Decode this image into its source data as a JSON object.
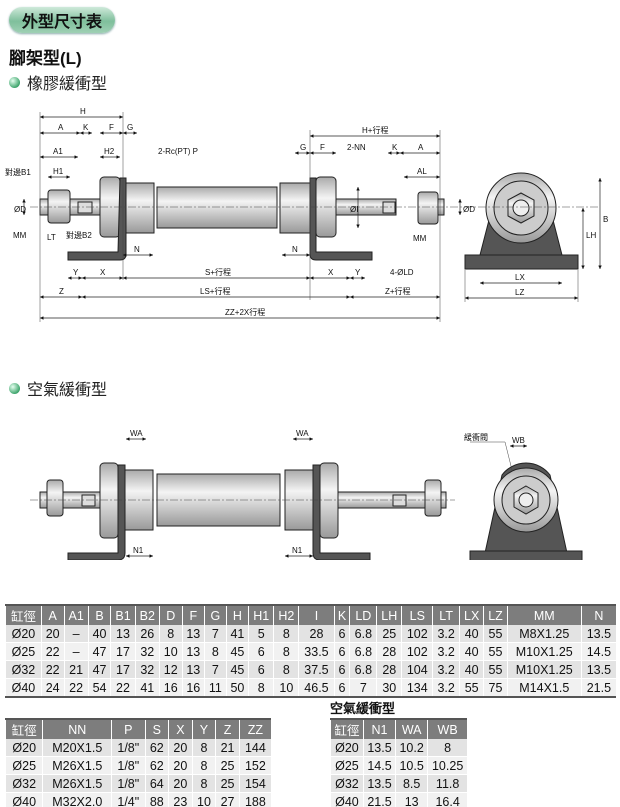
{
  "header": {
    "badge": "外型尺寸表",
    "title": "腳架型(L)"
  },
  "sections": [
    {
      "label": "橡膠緩衝型"
    },
    {
      "label": "空氣緩衝型"
    }
  ],
  "diagram1": {
    "H": "H",
    "A": "A",
    "K": "K",
    "F": "F",
    "G": "G",
    "A1": "A1",
    "H2": "H2",
    "port": "2-Rc(PT) P",
    "B1": "對邊B1",
    "H1": "H1",
    "D": "ØD",
    "MM": "MM",
    "LT": "LT",
    "B2": "對邊B2",
    "N": "N",
    "Y": "Y",
    "X": "X",
    "S": "S+行程",
    "Z": "Z",
    "LS": "LS+行程",
    "ZZ": "ZZ+2X行程",
    "Hs": "H+行程",
    "NN": "2-NN",
    "AL": "AL",
    "I": "ØI",
    "LD": "4-ØLD",
    "Zs": "Z+行程",
    "LX": "LX",
    "LZ": "LZ",
    "LH": "LH",
    "B": "B"
  },
  "diagram2": {
    "WA": "WA",
    "N1": "N1",
    "valve": "緩衝閥",
    "WB": "WB"
  },
  "table1": {
    "headers": [
      "缸徑",
      "A",
      "A1",
      "B",
      "B1",
      "B2",
      "D",
      "F",
      "G",
      "H",
      "H1",
      "H2",
      "I",
      "K",
      "LD",
      "LH",
      "LS",
      "LT",
      "LX",
      "LZ",
      "MM",
      "N"
    ],
    "rows": [
      [
        "Ø20",
        "20",
        "–",
        "40",
        "13",
        "26",
        "8",
        "13",
        "7",
        "41",
        "5",
        "8",
        "28",
        "6",
        "6.8",
        "25",
        "102",
        "3.2",
        "40",
        "55",
        "M8X1.25",
        "13.5"
      ],
      [
        "Ø25",
        "22",
        "–",
        "47",
        "17",
        "32",
        "10",
        "13",
        "8",
        "45",
        "6",
        "8",
        "33.5",
        "6",
        "6.8",
        "28",
        "102",
        "3.2",
        "40",
        "55",
        "M10X1.25",
        "14.5"
      ],
      [
        "Ø32",
        "22",
        "21",
        "47",
        "17",
        "32",
        "12",
        "13",
        "7",
        "45",
        "6",
        "8",
        "37.5",
        "6",
        "6.8",
        "28",
        "104",
        "3.2",
        "40",
        "55",
        "M10X1.25",
        "13.5"
      ],
      [
        "Ø40",
        "24",
        "22",
        "54",
        "22",
        "41",
        "16",
        "16",
        "11",
        "50",
        "8",
        "10",
        "46.5",
        "6",
        "7",
        "30",
        "134",
        "3.2",
        "55",
        "75",
        "M14X1.5",
        "21.5"
      ]
    ]
  },
  "table2": {
    "headers": [
      "缸徑",
      "NN",
      "P",
      "S",
      "X",
      "Y",
      "Z",
      "ZZ"
    ],
    "rows": [
      [
        "Ø20",
        "M20X1.5",
        "1/8\"",
        "62",
        "20",
        "8",
        "21",
        "144"
      ],
      [
        "Ø25",
        "M26X1.5",
        "1/8\"",
        "62",
        "20",
        "8",
        "25",
        "152"
      ],
      [
        "Ø32",
        "M26X1.5",
        "1/8\"",
        "64",
        "20",
        "8",
        "25",
        "154"
      ],
      [
        "Ø40",
        "M32X2.0",
        "1/4\"",
        "88",
        "23",
        "10",
        "27",
        "188"
      ]
    ]
  },
  "table3": {
    "caption": "空氣緩衝型",
    "headers": [
      "缸徑",
      "N1",
      "WA",
      "WB"
    ],
    "rows": [
      [
        "Ø20",
        "13.5",
        "10.2",
        "8"
      ],
      [
        "Ø25",
        "14.5",
        "10.5",
        "10.25"
      ],
      [
        "Ø32",
        "13.5",
        "8.5",
        "11.8"
      ],
      [
        "Ø40",
        "21.5",
        "13",
        "16.4"
      ]
    ]
  }
}
